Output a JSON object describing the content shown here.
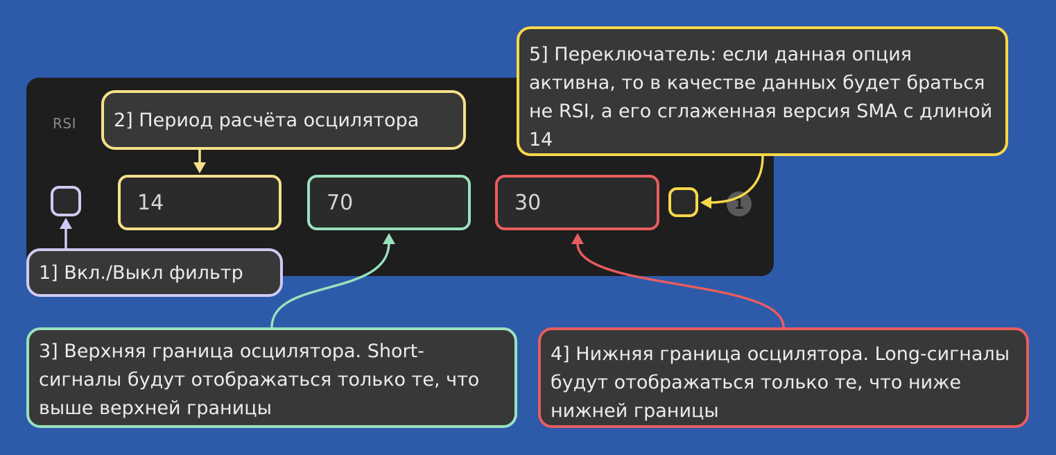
{
  "panel": {
    "title": "RSI",
    "period_value": "14",
    "upper_value": "70",
    "lower_value": "30",
    "info_badge": "1"
  },
  "callouts": {
    "filter_toggle": "1] Вкл./Выкл фильтр",
    "period": "2] Период расчёта осцилятора",
    "upper": "3] Верхняя граница осцилятора. Short-сигналы будут отображаться только те, что выше верхней границы",
    "lower": "4] Нижняя граница осцилятора. Long-сигналы будут отображаться только те, что ниже нижней границы",
    "sma_switch": "5] Переключатель: если данная опция активна, то в качестве данных будет браться не RSI, а его сглаженная версия SMA с длиной 14"
  },
  "colors": {
    "background": "#2e5aaa",
    "panel": "#1e1e1e",
    "filter": "#cfcaf3",
    "period": "#f7e08a",
    "upper": "#99e2be",
    "lower": "#e85d5e",
    "sma": "#f6d84a"
  }
}
